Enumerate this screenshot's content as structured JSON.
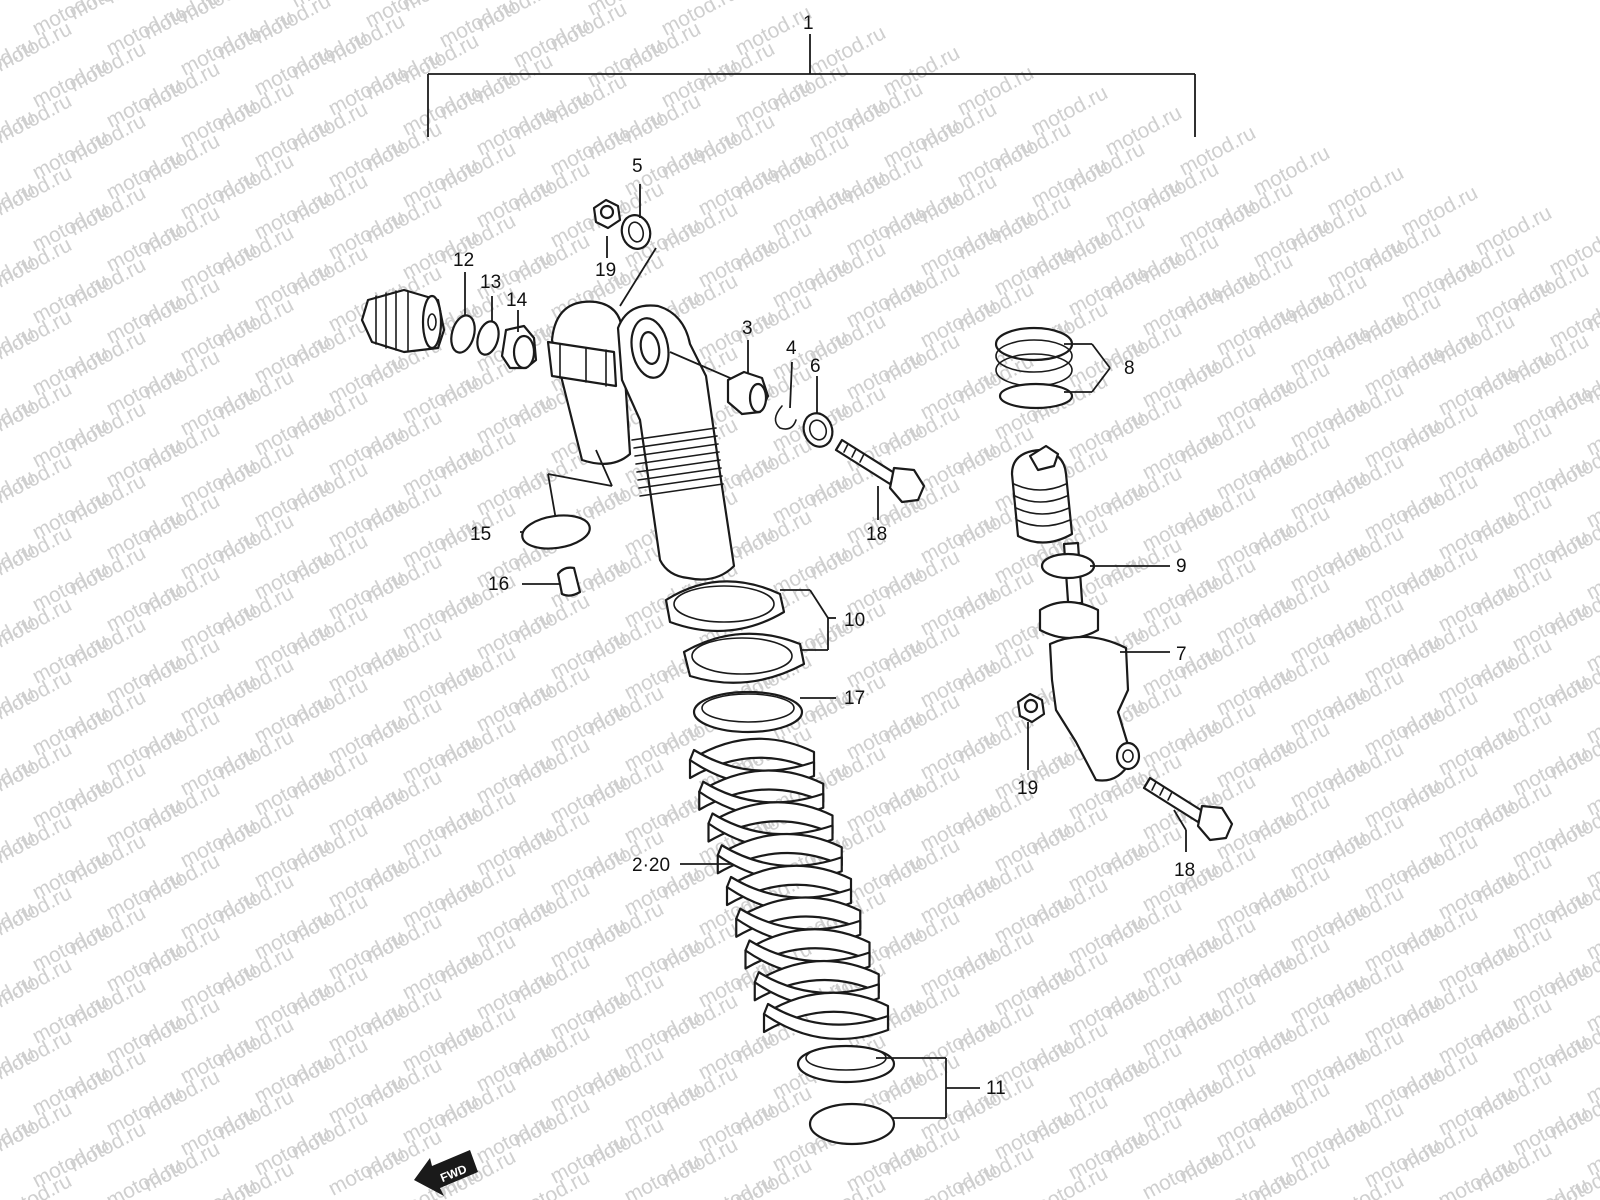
{
  "watermark": {
    "text": "motod.ru",
    "color": "#cfcfcf"
  },
  "callouts": {
    "c1": "1",
    "c2_20": "2·20",
    "c3": "3",
    "c4": "4",
    "c5": "5",
    "c6": "6",
    "c7": "7",
    "c8": "8",
    "c9": "9",
    "c10": "10",
    "c11": "11",
    "c12": "12",
    "c13": "13",
    "c14": "14",
    "c15": "15",
    "c16": "16",
    "c17": "17",
    "c18a": "18",
    "c18b": "18",
    "c19a": "19",
    "c19b": "19"
  },
  "fwd": {
    "label": "FWD",
    "icon": "fwd-arrow-icon"
  }
}
